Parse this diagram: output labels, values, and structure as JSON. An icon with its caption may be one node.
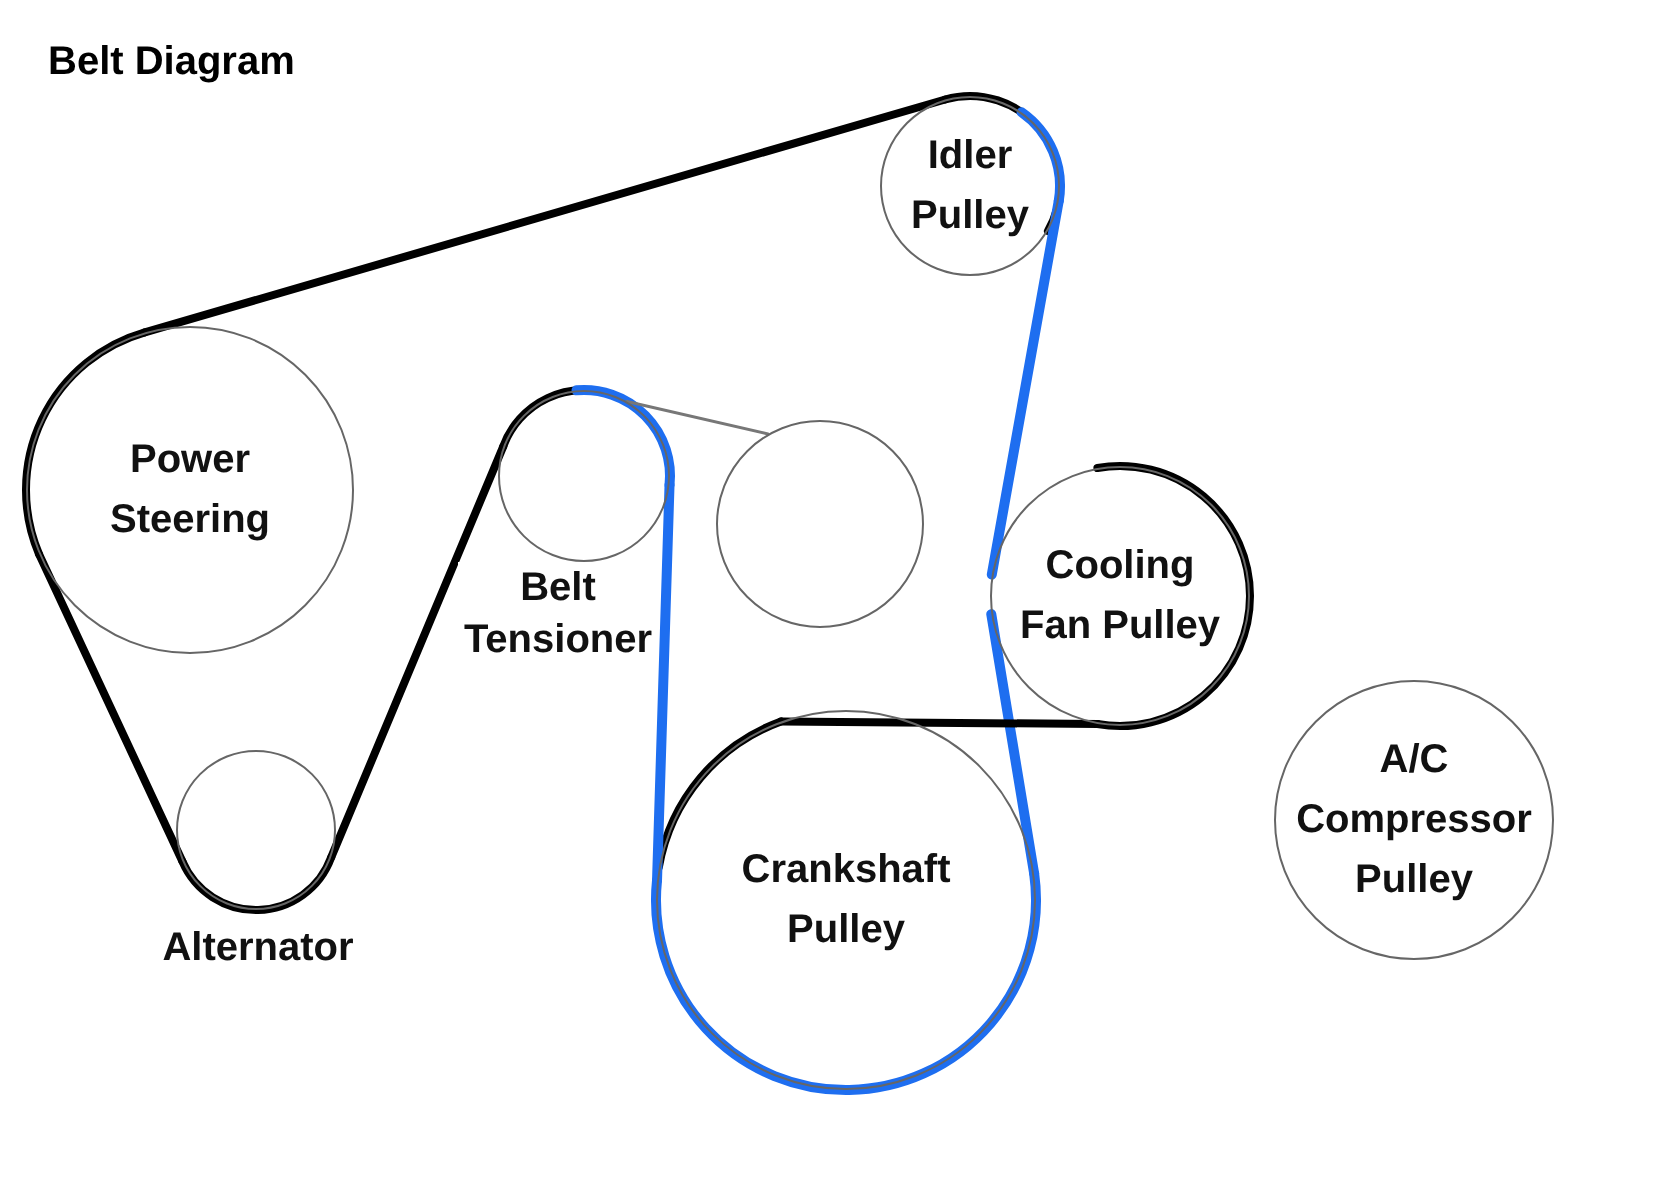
{
  "diagram": {
    "title": "Belt Diagram",
    "nodes": [
      {
        "text": [
          "Idler Pulley"
        ]
      },
      {
        "text": [
          "Power Steering"
        ]
      },
      {
        "text": [
          "Belt Tensioner"
        ]
      },
      {
        "text": [],
        "shape": "circle"
      },
      {
        "text": [
          "Cooling Fan Pulley"
        ]
      },
      {
        "text": [
          "A/C Compressor Pulley"
        ]
      },
      {
        "text": [
          "Crankshaft Pulley"
        ]
      },
      {
        "text": [
          "Alternator"
        ]
      }
    ],
    "edges": [
      {
        "from": 1,
        "to": 0,
        "arrow": "none"
      },
      {
        "from": 1,
        "to": 7,
        "arrow": "none"
      },
      {
        "from": 7,
        "to": 2,
        "arrow": "none"
      },
      {
        "from": 0,
        "to": 4,
        "arrow": "none",
        "color": "#1e6ef0"
      },
      {
        "from": 4,
        "to": 6,
        "arrow": "none",
        "color": "#1e6ef0"
      },
      {
        "from": 6,
        "to": 2,
        "arrow": "none",
        "color": "#1e6ef0"
      },
      {
        "from": 4,
        "to": 6,
        "arrow": "none"
      },
      {
        "from": 2,
        "to": 3,
        "arrow": "none",
        "color": "#777777"
      }
    ]
  }
}
